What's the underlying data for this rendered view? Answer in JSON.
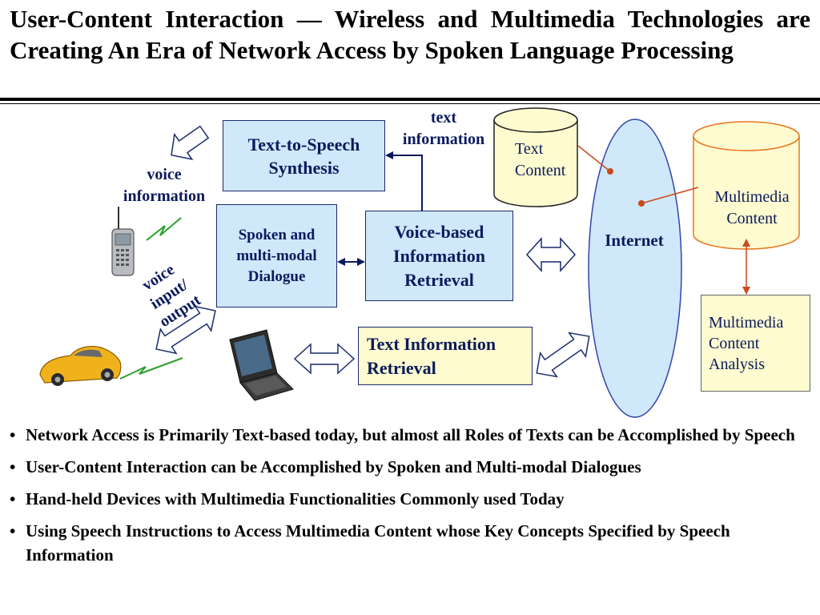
{
  "title": "User-Content Interaction — Wireless and Multimedia Technologies are Creating An Era of Network Access by Spoken Language Processing",
  "diagram": {
    "text_to_speech": "Text-to-Speech Synthesis",
    "spoken_dialogue": "Spoken and multi-modal Dialogue",
    "voice_retrieval": "Voice-based Information Retrieval",
    "text_retrieval": "Text Information Retrieval",
    "mm_analysis": "Multimedia Content Analysis",
    "text_content": "Text Content",
    "mm_content": "Multimedia Content",
    "internet": "Internet",
    "text_information": "text information",
    "voice_information": "voice information",
    "voice_io": "voice input/ output"
  },
  "bullets": [
    "Network Access is Primarily Text-based today, but almost all Roles of Texts can be Accomplished by Speech",
    "User-Content Interaction can be Accomplished by Spoken and Multi-modal Dialogues",
    "Hand-held Devices with Multimedia Functionalities Commonly used Today",
    "Using Speech Instructions to Access Multimedia Content whose Key Concepts Specified by Speech Information"
  ],
  "colors": {
    "box_blue": "#cfe8fa",
    "box_yellow": "#fdfbcf",
    "cylinder_yellow": "#fdfbcf",
    "internet_outline": "#3344aa",
    "link_red": "#d04020",
    "text_navy": "#0b1a5c"
  },
  "icons": [
    "mobile-phone-icon",
    "car-icon",
    "laptop-icon",
    "lightning-icon"
  ]
}
